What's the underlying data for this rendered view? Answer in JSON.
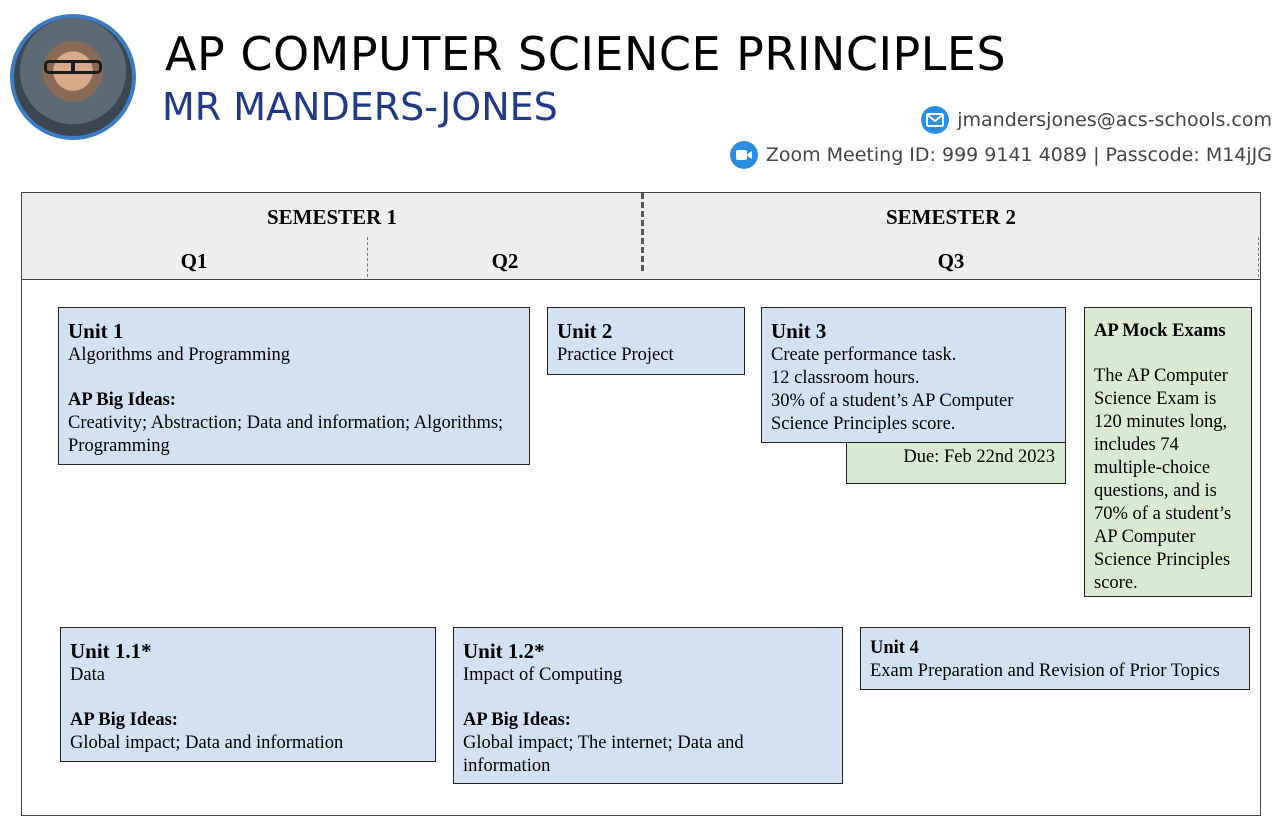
{
  "header": {
    "title": "AP COMPUTER SCIENCE PRINCIPLES",
    "teacher": "MR MANDERS-JONES",
    "email": "jmandersjones@acs-schools.com",
    "zoom": "Zoom Meeting ID: 999 9141 4089 | Passcode: M14jJG",
    "email_icon": "envelope-icon",
    "zoom_icon": "video-camera-icon",
    "accent_color": "#1f3a8a",
    "icon_color": "#2a8de0"
  },
  "timeline": {
    "semester1": "SEMESTER 1",
    "semester2": "SEMESTER 2",
    "q1": "Q1",
    "q2": "Q2",
    "q3": "Q3"
  },
  "cards": {
    "unit1": {
      "title": "Unit 1",
      "subtitle": "Algorithms and Programming",
      "ideas_label": "AP Big Ideas:",
      "ideas": "Creativity; Abstraction; Data and information; Algorithms; Programming"
    },
    "unit2": {
      "title": "Unit 2",
      "subtitle": "Practice Project"
    },
    "unit3": {
      "title": "Unit 3",
      "line1": "Create performance task.",
      "line2": "12 classroom hours.",
      "line3": "30% of a student’s AP Computer Science Principles score.",
      "due": "Due: Feb 22nd 2023"
    },
    "mock": {
      "title": "AP Mock Exams",
      "text": "The AP Computer Science Exam is 120 minutes long, includes 74 multiple-choice questions, and is 70% of a student’s AP Computer Science Principles score."
    },
    "unit11": {
      "title": "Unit 1.1*",
      "subtitle": "Data",
      "ideas_label": "AP Big Ideas:",
      "ideas": "Global impact; Data and information"
    },
    "unit12": {
      "title": "Unit 1.2*",
      "subtitle": "Impact of Computing",
      "ideas_label": "AP Big Ideas:",
      "ideas": "Global impact; The internet; Data and information"
    },
    "unit4": {
      "title": "Unit 4",
      "subtitle": "Exam Preparation and Revision of Prior Topics"
    }
  },
  "colors": {
    "unit_fill": "#d3e2f3",
    "exam_fill": "#d9ead3",
    "header_band": "#eeeeee"
  }
}
